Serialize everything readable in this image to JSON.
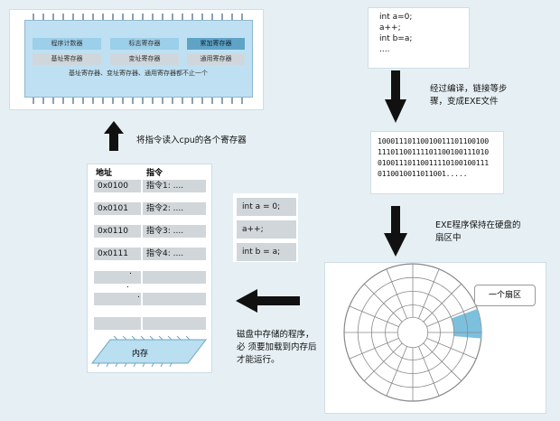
{
  "cpu": {
    "registers": {
      "pc": "程序计数器",
      "flag": "标志寄存器",
      "acc": "累加寄存器",
      "base": "基址寄存器",
      "index": "变址寄存器",
      "general": "通用寄存器"
    },
    "note": "基址寄存器、变址寄存器、通用寄存器都不止一个"
  },
  "arrow_labels": {
    "to_cpu": "将指令读入cpu的各个寄存器",
    "compile": "经过编译，链接等步骤，变成EXE文件",
    "disk_storage": "EXE程序保持在硬盘的扇区中",
    "load_memory": "磁盘中存储的程序，必 须要加载到内存后才能运行。"
  },
  "source_code": [
    "int a=0;",
    "a++;",
    "int b=a;",
    "...."
  ],
  "binary": [
    "10001110110010011101100100",
    "11101100111101100100111010",
    "01001110110011110100100111",
    "0110010011011001....."
  ],
  "memory": {
    "header_address": "地址",
    "header_instruction": "指令",
    "rows": [
      {
        "addr": "0x0100",
        "inst": "指令1: ...."
      },
      {
        "addr": "0x0101",
        "inst": "指令2: ...."
      },
      {
        "addr": "0x0110",
        "inst": "指令3: ...."
      },
      {
        "addr": "0x0111",
        "inst": "指令4: ...."
      }
    ],
    "dots": [
      ".",
      ".",
      "."
    ],
    "chip_label": "内存"
  },
  "instructions": [
    "int a = 0;",
    "a++;",
    "int b = a;"
  ],
  "disk": {
    "sector_label": "一个扇区"
  }
}
